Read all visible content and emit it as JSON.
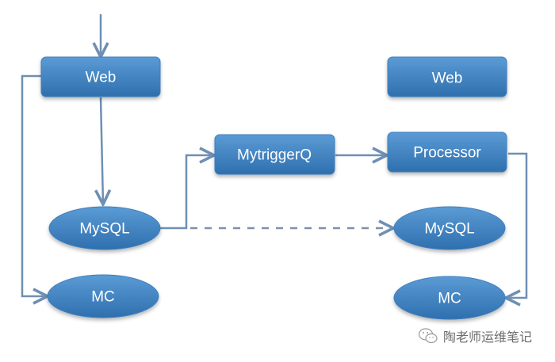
{
  "diagram": {
    "colors": {
      "node_top": "#5b9bd5",
      "node_bottom": "#2e6fae",
      "node_border": "#3f7fbf",
      "edge": "#6f8fb3",
      "dashed_edge": "#7f8fa6",
      "text": "#ffffff"
    },
    "nodes": {
      "web_left": {
        "label": "Web",
        "shape": "rounded-rect"
      },
      "mysql_left": {
        "label": "MySQL",
        "shape": "ellipse"
      },
      "mc_left": {
        "label": "MC",
        "shape": "ellipse"
      },
      "mytriggerq": {
        "label": "MytriggerQ",
        "shape": "rounded-rect"
      },
      "web_right": {
        "label": "Web",
        "shape": "rounded-rect"
      },
      "processor": {
        "label": "Processor",
        "shape": "rounded-rect"
      },
      "mysql_right": {
        "label": "MySQL",
        "shape": "ellipse"
      },
      "mc_right": {
        "label": "MC",
        "shape": "ellipse"
      }
    },
    "edges": [
      {
        "from": "external",
        "to": "web_left",
        "style": "solid"
      },
      {
        "from": "web_left",
        "to": "mysql_left",
        "style": "solid"
      },
      {
        "from": "web_left",
        "to": "mc_left",
        "style": "solid"
      },
      {
        "from": "mysql_left",
        "to": "mytriggerq",
        "style": "solid"
      },
      {
        "from": "mytriggerq",
        "to": "processor",
        "style": "solid"
      },
      {
        "from": "mysql_left",
        "to": "mysql_right",
        "style": "dashed"
      },
      {
        "from": "processor",
        "to": "mc_right",
        "style": "solid"
      }
    ]
  },
  "watermark": {
    "icon": "wechat-icon",
    "text": "陶老师运维笔记"
  }
}
